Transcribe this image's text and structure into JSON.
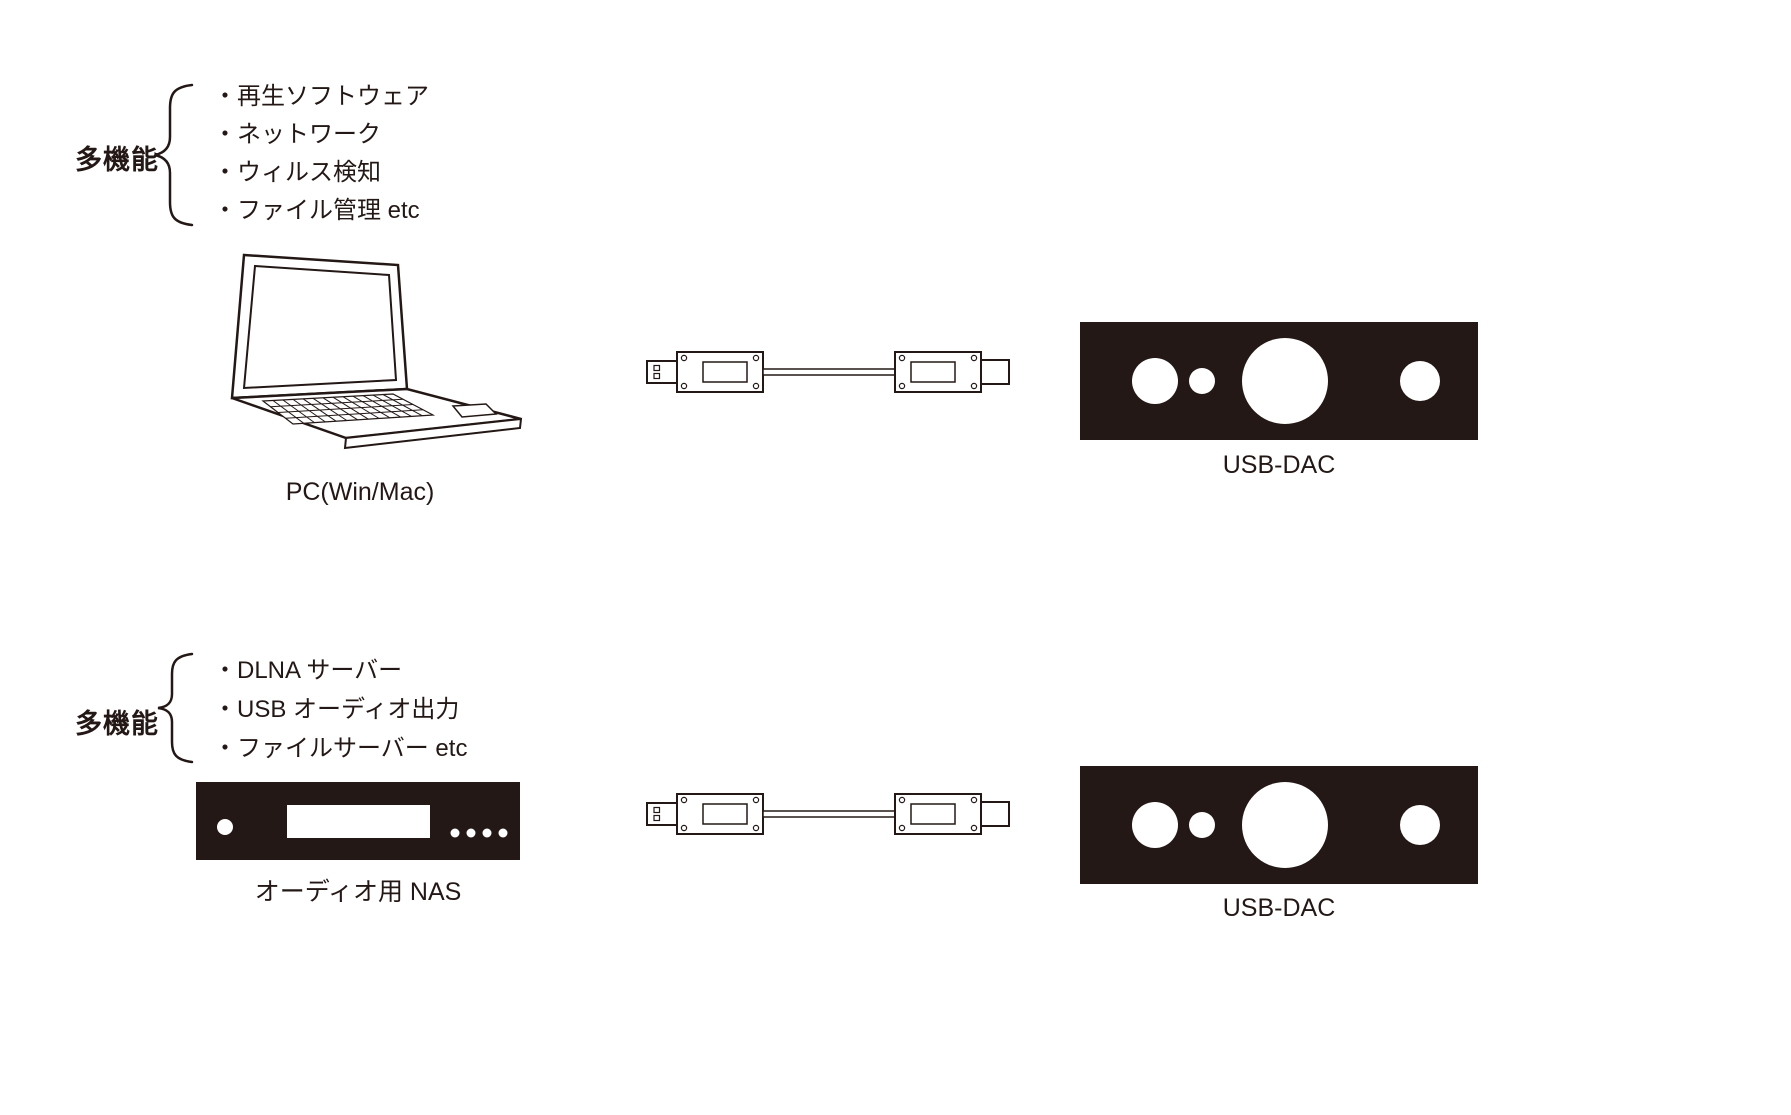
{
  "colors": {
    "ink": "#231815",
    "background": "#ffffff"
  },
  "top_row": {
    "brace_label": "多機能",
    "features": [
      "・再生ソフトウェア",
      "・ネットワーク",
      "・ウィルス検知",
      "・ファイル管理 etc"
    ],
    "source_device_label": "PC(Win/Mac)",
    "cable": "usb-a-to-usb-b-cable",
    "target_device_label": "USB-DAC"
  },
  "bottom_row": {
    "brace_label": "多機能",
    "features": [
      "・DLNA サーバー",
      "・USB オーディオ出力",
      "・ファイルサーバー etc"
    ],
    "source_device_label": "オーディオ用 NAS",
    "cable": "usb-a-to-usb-b-cable",
    "target_device_label": "USB-DAC"
  }
}
